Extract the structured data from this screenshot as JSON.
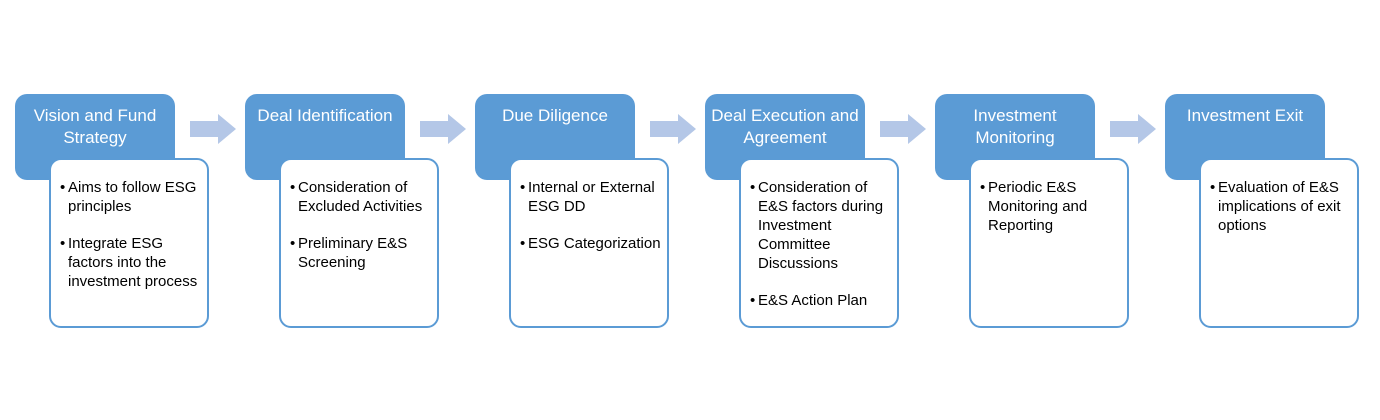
{
  "colors": {
    "header": "#5B9BD5",
    "arrow": "#B4C7E7",
    "border": "#5B9BD5"
  },
  "stages": [
    {
      "title": "Vision and Fund Strategy",
      "items": [
        "Aims to follow ESG principles",
        "Integrate ESG factors into the investment process"
      ]
    },
    {
      "title": "Deal Identification",
      "items": [
        "Consideration of Excluded Activities",
        "Preliminary E&S Screening"
      ]
    },
    {
      "title": "Due Diligence",
      "items": [
        "Internal or External ESG DD",
        "ESG Categorization"
      ]
    },
    {
      "title": "Deal Execution and Agreement",
      "items": [
        "Consideration of E&S factors during Investment Committee Discussions",
        "E&S Action Plan"
      ]
    },
    {
      "title": "Investment Monitoring",
      "items": [
        "Periodic E&S Monitoring and Reporting"
      ]
    },
    {
      "title": "Investment Exit",
      "items": [
        "Evaluation of E&S implications of exit options"
      ]
    }
  ]
}
